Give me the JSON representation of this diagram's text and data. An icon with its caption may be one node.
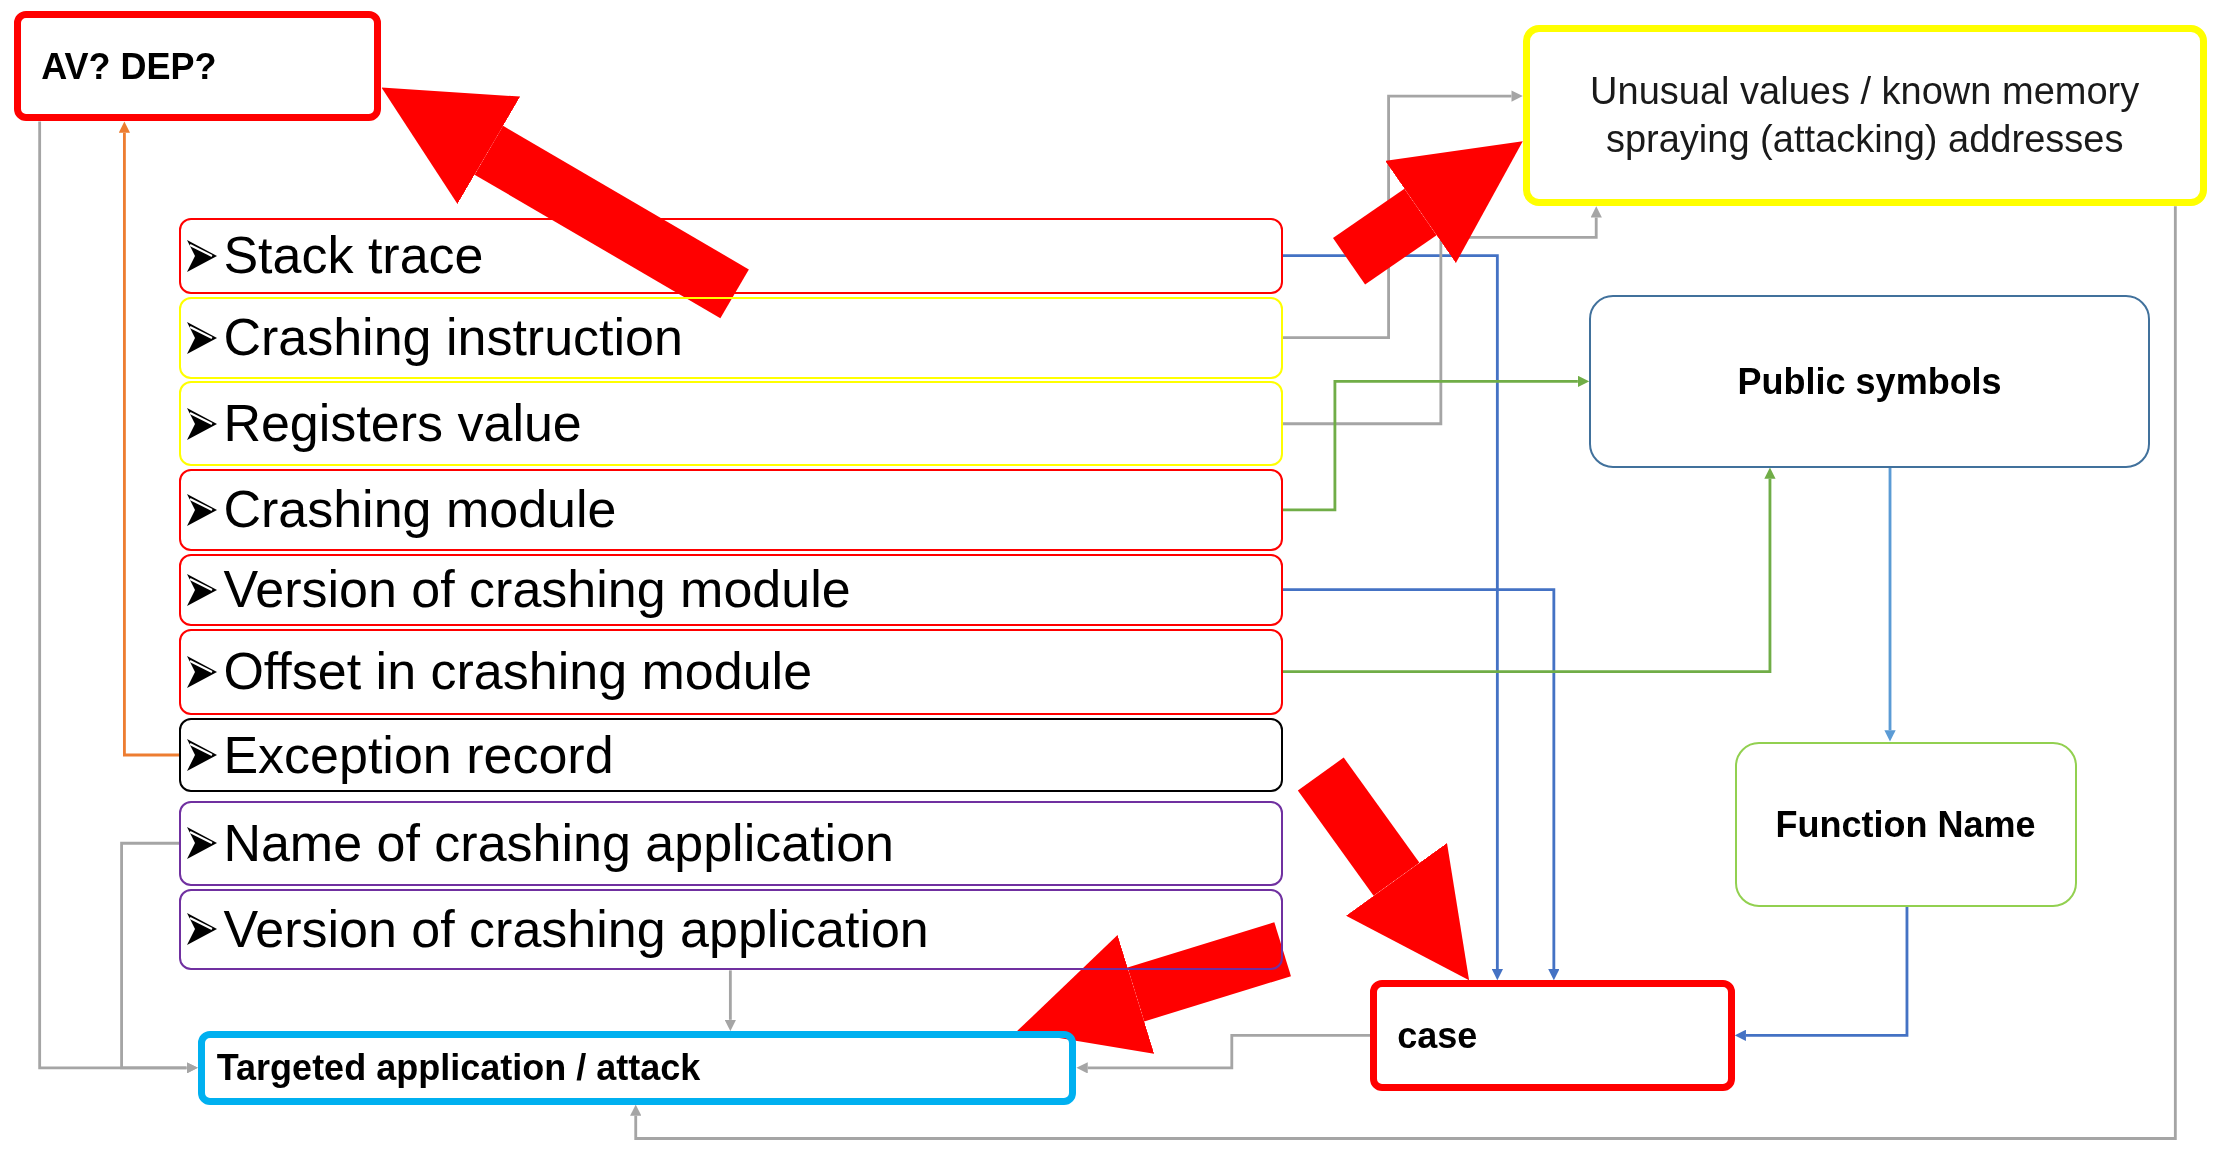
{
  "diagram": {
    "nodes": [
      {
        "text": [
          "AV? DEP?"
        ]
      },
      {
        "text": [
          "Unusual values / known memory spraying (attacking) addresses"
        ]
      },
      {
        "text": [
          "Stack trace"
        ]
      },
      {
        "text": [
          "Crashing instruction"
        ]
      },
      {
        "text": [
          "Registers value"
        ]
      },
      {
        "text": [
          "Crashing module"
        ]
      },
      {
        "text": [
          "Version of crashing module"
        ]
      },
      {
        "text": [
          "Offset in crashing module"
        ]
      },
      {
        "text": [
          "Exception record"
        ]
      },
      {
        "text": [
          "Name of crashing application"
        ]
      },
      {
        "text": [
          "Version of crashing application"
        ]
      },
      {
        "text": [
          "Public symbols"
        ]
      },
      {
        "text": [
          "Function Name"
        ]
      },
      {
        "text": [
          "case"
        ]
      },
      {
        "text": [
          "Targeted application / attack"
        ]
      }
    ],
    "edges": [
      {
        "from": 0,
        "to": 14,
        "arrow": "to"
      },
      {
        "from": 8,
        "to": 0,
        "arrow": "to",
        "color": "#ed7d31"
      },
      {
        "from": 9,
        "to": 14,
        "arrow": "to"
      },
      {
        "from": 10,
        "to": 14,
        "arrow": "to"
      },
      {
        "from": 2,
        "to": 13,
        "arrow": "to",
        "color": "#4472c4"
      },
      {
        "from": 3,
        "to": 1,
        "arrow": "to"
      },
      {
        "from": 4,
        "to": 1,
        "arrow": "to"
      },
      {
        "from": 5,
        "to": 11,
        "arrow": "to",
        "color": "#70ad47"
      },
      {
        "from": 6,
        "to": 13,
        "arrow": "to",
        "color": "#4472c4"
      },
      {
        "from": 7,
        "to": 11,
        "arrow": "to",
        "color": "#70ad47"
      },
      {
        "from": 11,
        "to": 12,
        "arrow": "to",
        "color": "#5b9bd5"
      },
      {
        "from": 12,
        "to": 13,
        "arrow": "to",
        "color": "#4472c4"
      },
      {
        "from": 13,
        "to": 14,
        "arrow": "to"
      },
      {
        "from": 1,
        "to": 14,
        "arrow": "to"
      },
      {
        "from": 2,
        "to": 0,
        "arrow": "to",
        "style": "thick",
        "color": "#ff0000"
      },
      {
        "from": null,
        "to": 1,
        "arrow": "to",
        "style": "thick",
        "color": "#ff0000"
      },
      {
        "from": null,
        "to": 13,
        "arrow": "to",
        "style": "thick",
        "color": "#ff0000"
      },
      {
        "from": 10,
        "to": 14,
        "arrow": "to",
        "style": "thick",
        "color": "#ff0000"
      }
    ]
  }
}
